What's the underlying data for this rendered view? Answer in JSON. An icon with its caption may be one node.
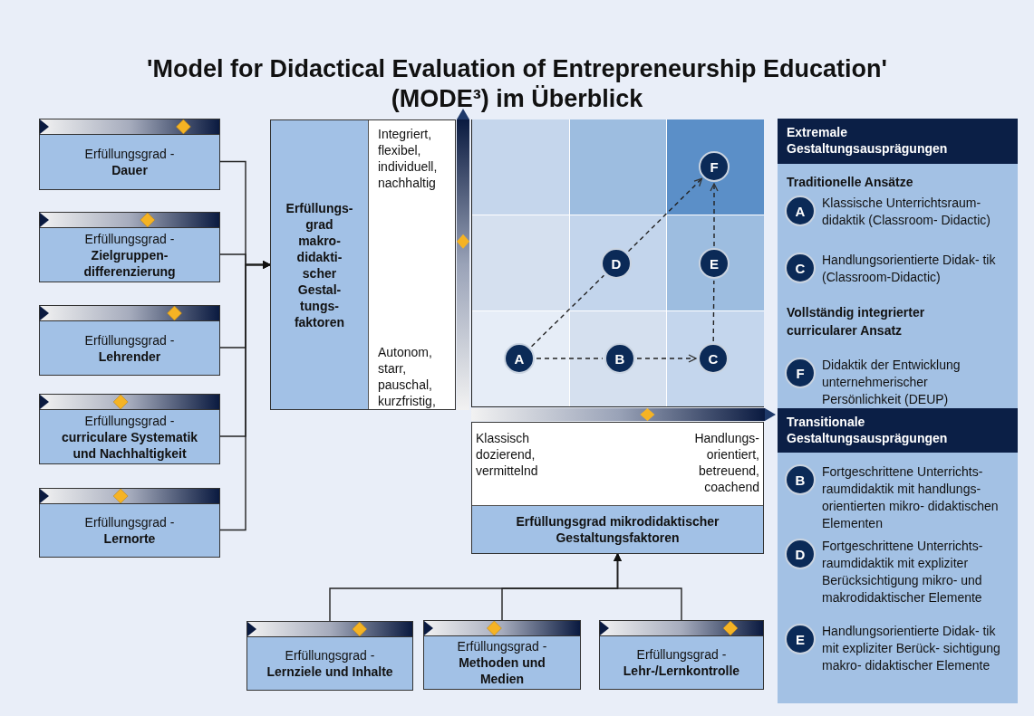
{
  "diagram": {
    "title": "'Model for Didactical Evaluation of Entrepreneurship Education' (MODE³) im Überblick",
    "nodes": [
      {
        "text": [
          "Erfüllungsgrad -",
          "Dauer"
        ]
      },
      {
        "text": [
          "Erfüllungsgrad -",
          "Zielgruppen- differenzierung"
        ]
      },
      {
        "text": [
          "Erfüllungsgrad -",
          "Lehrender"
        ]
      },
      {
        "text": [
          "Erfüllungsgrad -",
          "curriculare Systematik und Nachhaltigkeit"
        ]
      },
      {
        "text": [
          "Erfüllungsgrad -",
          "Lernorte"
        ]
      },
      {
        "text": [
          "Erfüllungs- grad makro- didakti- scher Gestal- tungs- faktoren",
          "Integriert, flexibel, individuell, nachhaltig",
          "Autonom, starr, pauschal, kurzfristig,"
        ]
      },
      {
        "text": [
          "Klassisch dozierend, vermittelnd",
          "Handlungs- orientiert, betreuend, coachend",
          "Erfüllungsgrad mikrodidaktischer Gestaltungsfaktoren"
        ]
      },
      {
        "text": [
          "Erfüllungsgrad -",
          "Lernziele und Inhalte"
        ]
      },
      {
        "text": [
          "Erfüllungsgrad -",
          "Methoden und Medien"
        ]
      },
      {
        "text": [
          "Erfüllungsgrad -",
          "Lehr-/Lernkontrolle"
        ]
      },
      {
        "text": [
          "A"
        ]
      },
      {
        "text": [
          "B"
        ]
      },
      {
        "text": [
          "C"
        ]
      },
      {
        "text": [
          "D"
        ]
      },
      {
        "text": [
          "E"
        ]
      },
      {
        "text": [
          "F"
        ]
      },
      {
        "text": [
          "Traditionelle Ansätze",
          "Vollständig integrierter curricularer Ansatz"
        ]
      },
      {
        "text": [
          "Extremale Gestaltungsausprägungen"
        ],
        "in": 16
      },
      {
        "text": [
          "A"
        ],
        "in": 16,
        "beside": [
          "Klassische Unterrichtsraum- didaktik (Classroom- Didactic)"
        ]
      },
      {
        "text": [
          "C"
        ],
        "in": 16,
        "beside": [
          "Handlungsorientierte Didak- tik (Classroom-Didactic)"
        ]
      },
      {
        "text": [
          "F"
        ],
        "in": 16,
        "beside": [
          "Didaktik der Entwicklung unternehmerischer Persönlichkeit (DEUP)"
        ]
      },
      {
        "text": [
          "Transitionale Gestaltungsausprägungen"
        ],
        "in": 16
      },
      {
        "text": [
          "B"
        ],
        "in": 16,
        "beside": [
          "Fortgeschrittene Unterrichts- raumdidaktik mit handlungs- orientierten mikro- didaktischen Elementen"
        ]
      },
      {
        "text": [
          "D"
        ],
        "in": 16,
        "beside": [
          "Fortgeschrittene Unterrichts- raumdidaktik mit expliziter Berücksichtigung mikro- und makrodidaktischer Elemente"
        ]
      },
      {
        "text": [
          "E"
        ],
        "in": 16,
        "beside": [
          "Handlungsorientierte Didak- tik mit expliziter Berück- sichtigung makro- didaktischer Elemente"
        ]
      }
    ],
    "edges": [
      {
        "from": 0,
        "to": 5,
        "arrow": "to"
      },
      {
        "from": 1,
        "to": 5,
        "arrow": "to"
      },
      {
        "from": 2,
        "to": 5,
        "arrow": "to"
      },
      {
        "from": 3,
        "to": 5,
        "arrow": "to"
      },
      {
        "from": 4,
        "to": 5,
        "arrow": "to"
      },
      {
        "from": 7,
        "to": 6,
        "arrow": "to"
      },
      {
        "from": 8,
        "to": 6,
        "arrow": "to"
      },
      {
        "from": 9,
        "to": 6,
        "arrow": "to"
      },
      {
        "from": 10,
        "to": 11,
        "arrow": "none",
        "style": "dashed"
      },
      {
        "from": 11,
        "to": 12,
        "arrow": "to",
        "style": "dashed"
      },
      {
        "from": 10,
        "to": 13,
        "arrow": "none",
        "style": "dashed"
      },
      {
        "from": 13,
        "to": 15,
        "arrow": "to",
        "style": "dashed"
      },
      {
        "from": 12,
        "to": 14,
        "arrow": "none",
        "style": "dashed"
      },
      {
        "from": 14,
        "to": 15,
        "arrow": "to",
        "style": "dashed"
      }
    ]
  }
}
